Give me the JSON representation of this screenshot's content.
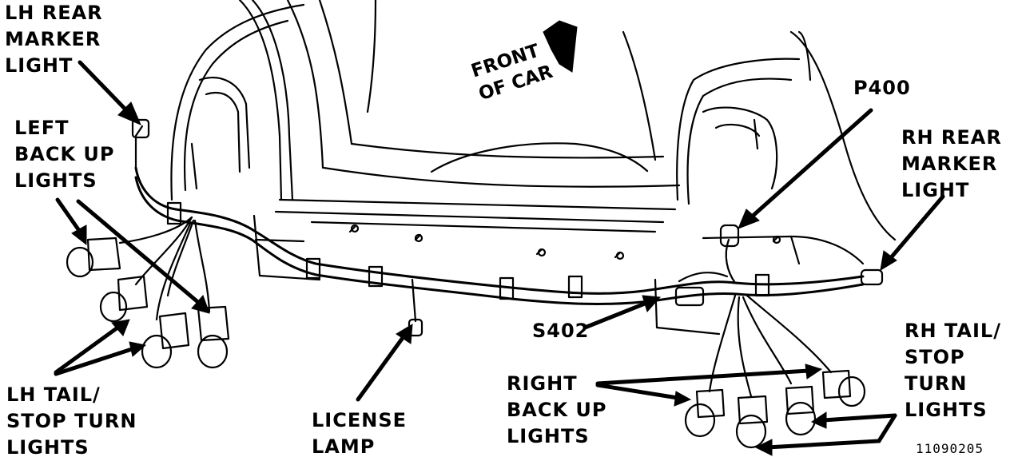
{
  "labels": {
    "lh_rear_marker": "LH REAR\nMARKER\nLIGHT",
    "left_back_up": "LEFT\nBACK UP\nLIGHTS",
    "lh_tail": "LH TAIL/\nSTOP TURN\nLIGHTS",
    "license_lamp": "LICENSE\nLAMP",
    "front_of_car": "FRONT\nOF CAR",
    "p400": "P400",
    "rh_rear_marker": "RH REAR\nMARKER\nLIGHT",
    "s402": "S402",
    "rh_tail": "RH TAIL/\nSTOP\nTURN\nLIGHTS",
    "right_back_up": "RIGHT\nBACK UP\nLIGHTS"
  },
  "figure_code": "11090205",
  "colors": {
    "ink": "#000000",
    "paper": "#ffffff"
  }
}
